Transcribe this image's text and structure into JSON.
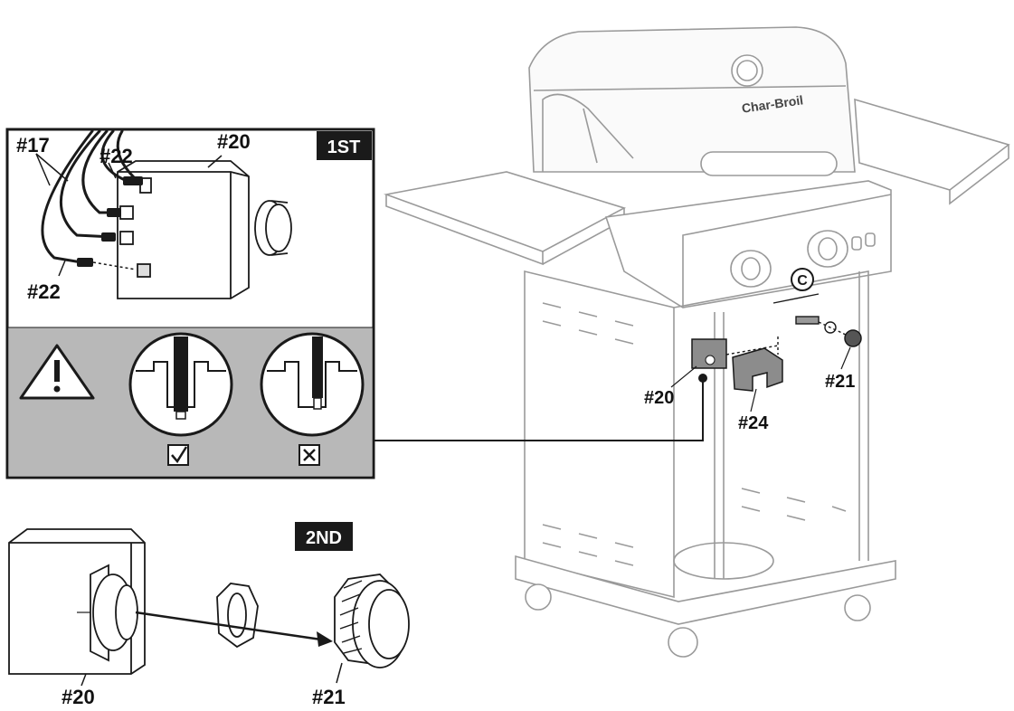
{
  "inset": {
    "step_tag": "1ST",
    "labels": {
      "cables": "#17",
      "wire_top": "#22",
      "module": "#20",
      "wire_bottom": "#22"
    }
  },
  "lower": {
    "step_tag": "2ND",
    "labels": {
      "module": "#20",
      "knob": "#21"
    }
  },
  "grill": {
    "brand": "Char-Broil",
    "callout_letter": "C",
    "labels": {
      "module": "#20",
      "knob": "#21",
      "cover": "#24"
    }
  },
  "colors": {
    "line": "#1a1a1a",
    "light_line": "#9a9a9a",
    "inset_gray": "#b8b8b8",
    "part_gray": "#8c8c8c",
    "tag_bg": "#1a1a1a"
  },
  "icons": [
    "warning-icon",
    "check-icon",
    "cross-icon"
  ]
}
